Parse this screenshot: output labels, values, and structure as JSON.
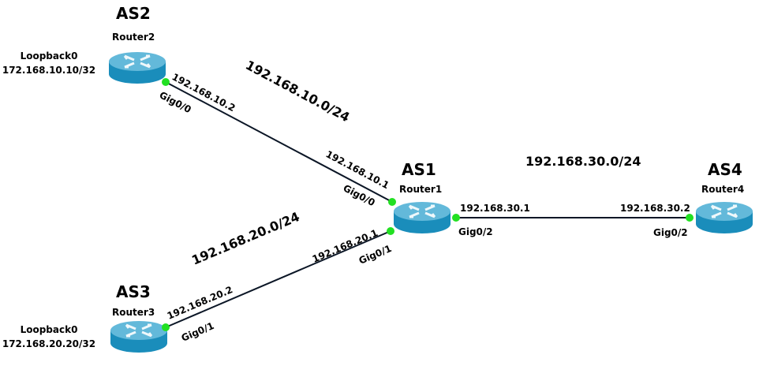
{
  "colors": {
    "link": "#0b1626",
    "port": "#22e022",
    "router_top": "#5fb4d6",
    "router_side": "#1c8fbd"
  },
  "routers": [
    {
      "as": "AS2",
      "name": "Router2",
      "loopback_label": "Loopback0",
      "loopback_ip": "172.168.10.10/32"
    },
    {
      "as": "AS1",
      "name": "Router1"
    },
    {
      "as": "AS3",
      "name": "Router3",
      "loopback_label": "Loopback0",
      "loopback_ip": "172.168.20.20/32"
    },
    {
      "as": "AS4",
      "name": "Router4"
    }
  ],
  "links": [
    {
      "network": "192.168.10.0/24",
      "a_ip": "192.168.10.2",
      "a_if": "Gig0/0",
      "b_ip": "192.168.10.1",
      "b_if": "Gig0/0"
    },
    {
      "network": "192.168.20.0/24",
      "a_ip": "192.168.20.2",
      "a_if": "Gig0/1",
      "b_ip": "192.168.20.1",
      "b_if": "Gig0/1"
    },
    {
      "network": "192.168.30.0/24",
      "a_ip": "192.168.30.1",
      "a_if": "Gig0/2",
      "b_ip": "192.168.30.2",
      "b_if": "Gig0/2"
    }
  ]
}
